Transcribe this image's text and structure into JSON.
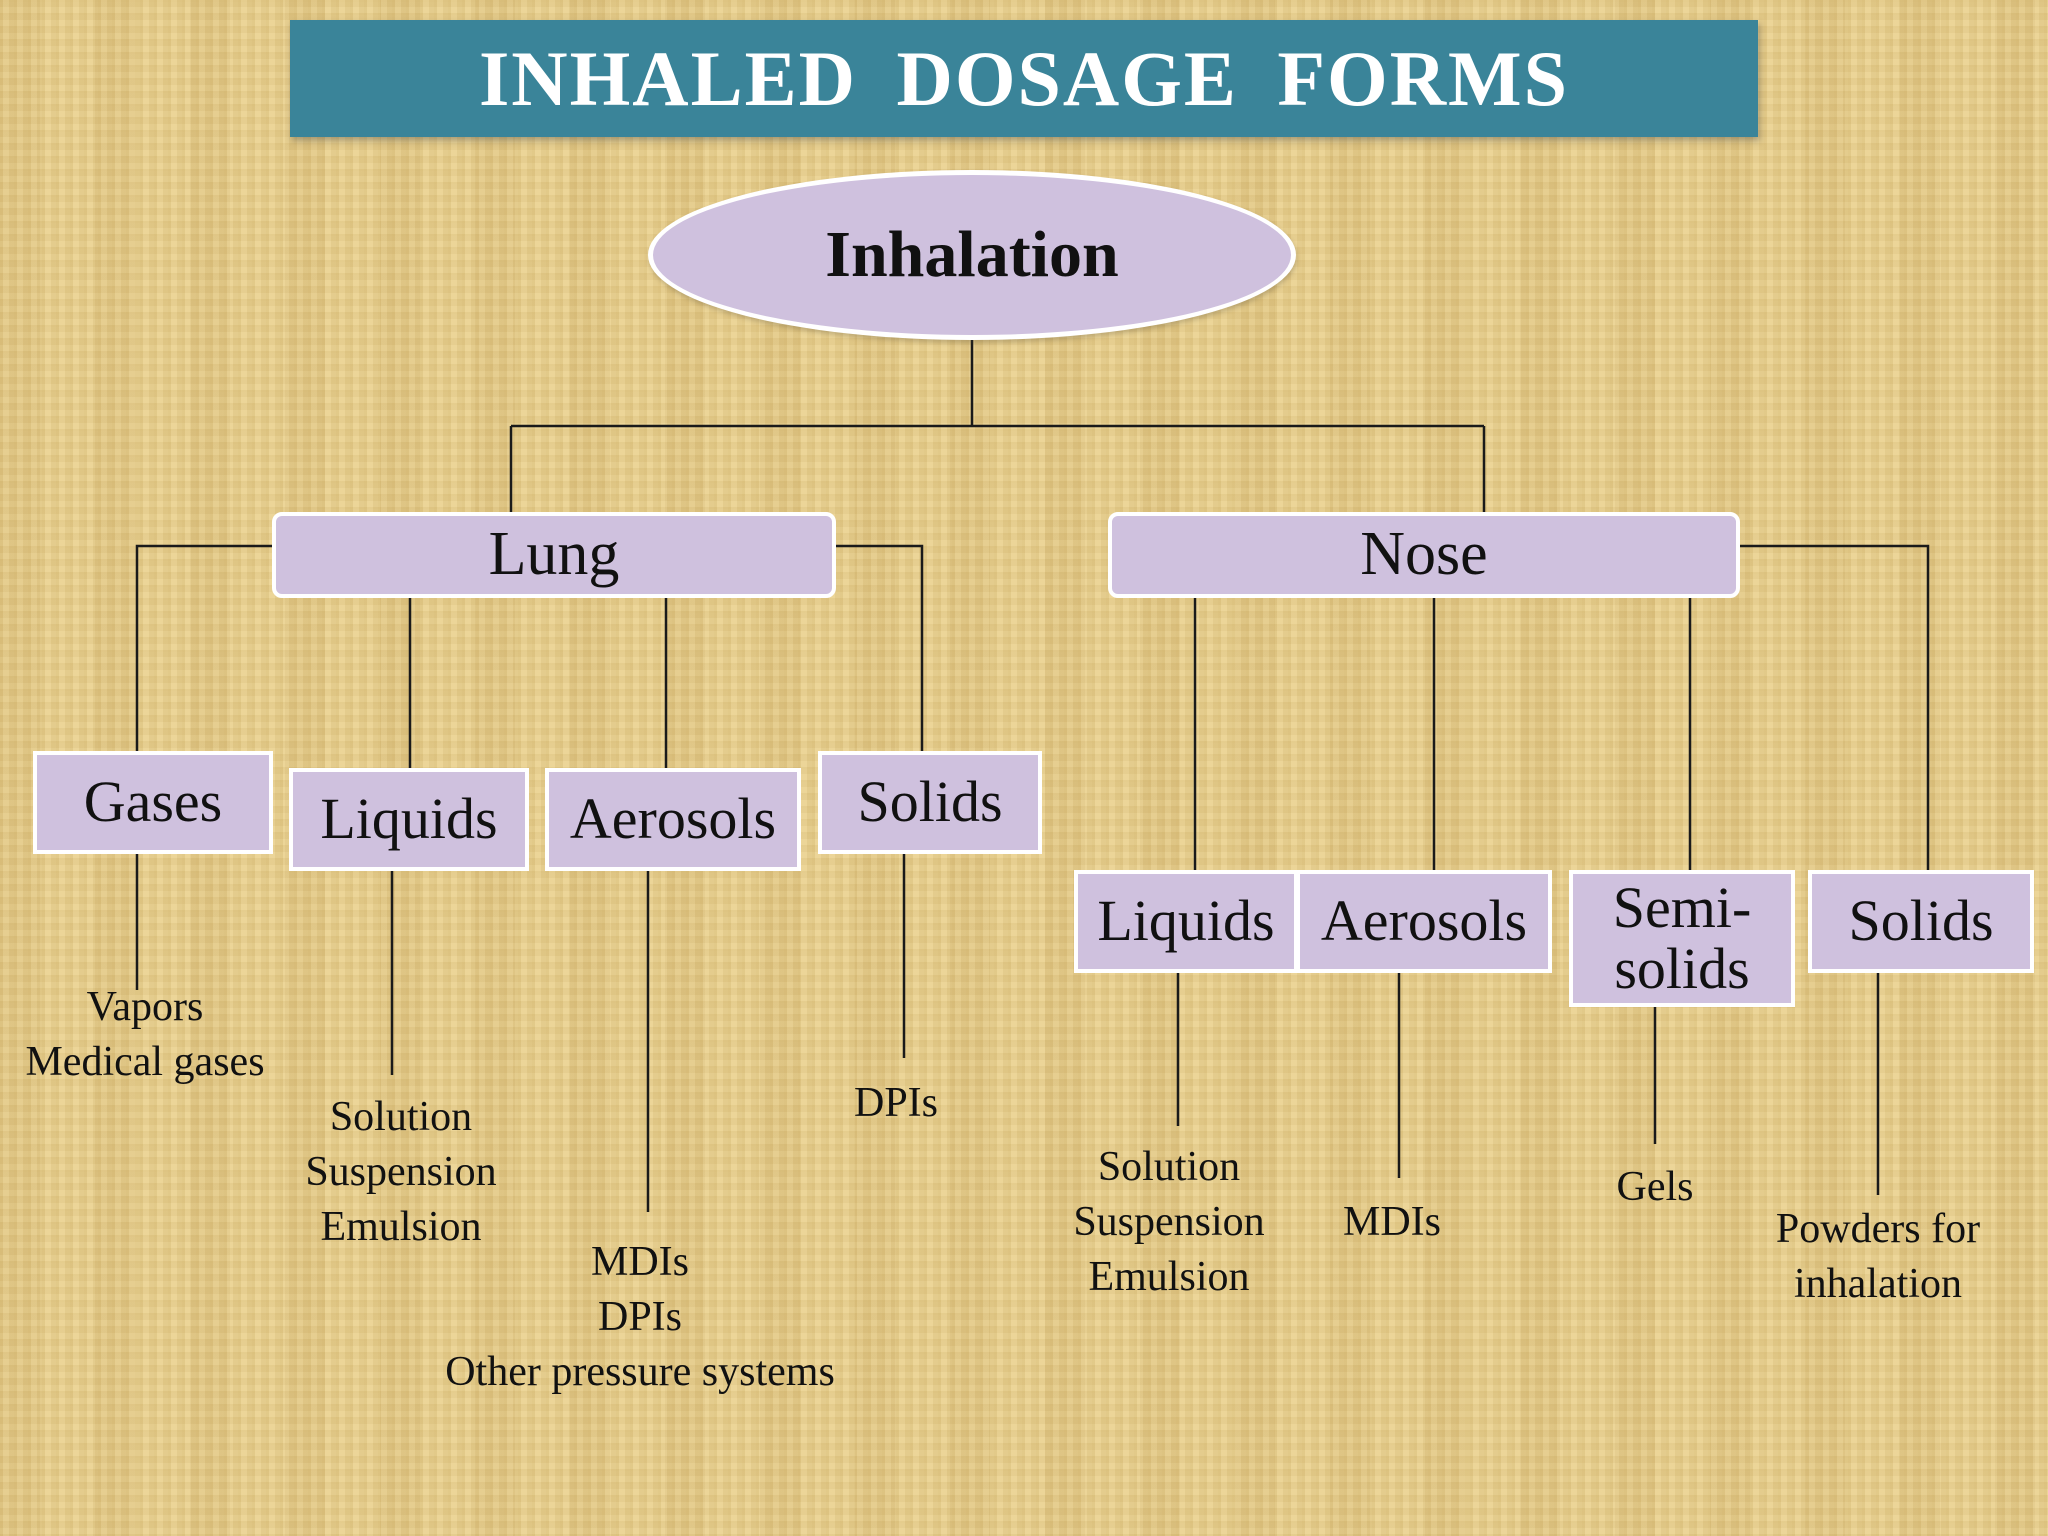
{
  "title": "INHALED  DOSAGE  FORMS",
  "root": "Inhalation",
  "lung": {
    "label": "Lung",
    "gases": {
      "label": "Gases",
      "items": [
        "Vapors",
        "Medical gases"
      ]
    },
    "liquids": {
      "label": "Liquids",
      "items": [
        "Solution",
        "Suspension",
        "Emulsion"
      ]
    },
    "aerosols": {
      "label": "Aerosols",
      "items": [
        "MDIs",
        "DPIs",
        "Other pressure systems"
      ]
    },
    "solids": {
      "label": "Solids",
      "items": [
        "DPIs"
      ]
    }
  },
  "nose": {
    "label": "Nose",
    "liquids": {
      "label": "Liquids",
      "items": [
        "Solution",
        "Suspension",
        "Emulsion"
      ]
    },
    "aerosols": {
      "label": "Aerosols",
      "items": [
        "MDIs"
      ]
    },
    "semisolids": {
      "label_line1": "Semi-",
      "label_line2": "solids",
      "items": [
        "Gels"
      ]
    },
    "solids": {
      "label": "Solids",
      "items": [
        "Powders for",
        "inhalation"
      ]
    }
  },
  "colors": {
    "banner": "#3a8499",
    "node_fill": "#cfc1de",
    "node_border": "#ffffff",
    "connector": "#1a1a1a"
  }
}
